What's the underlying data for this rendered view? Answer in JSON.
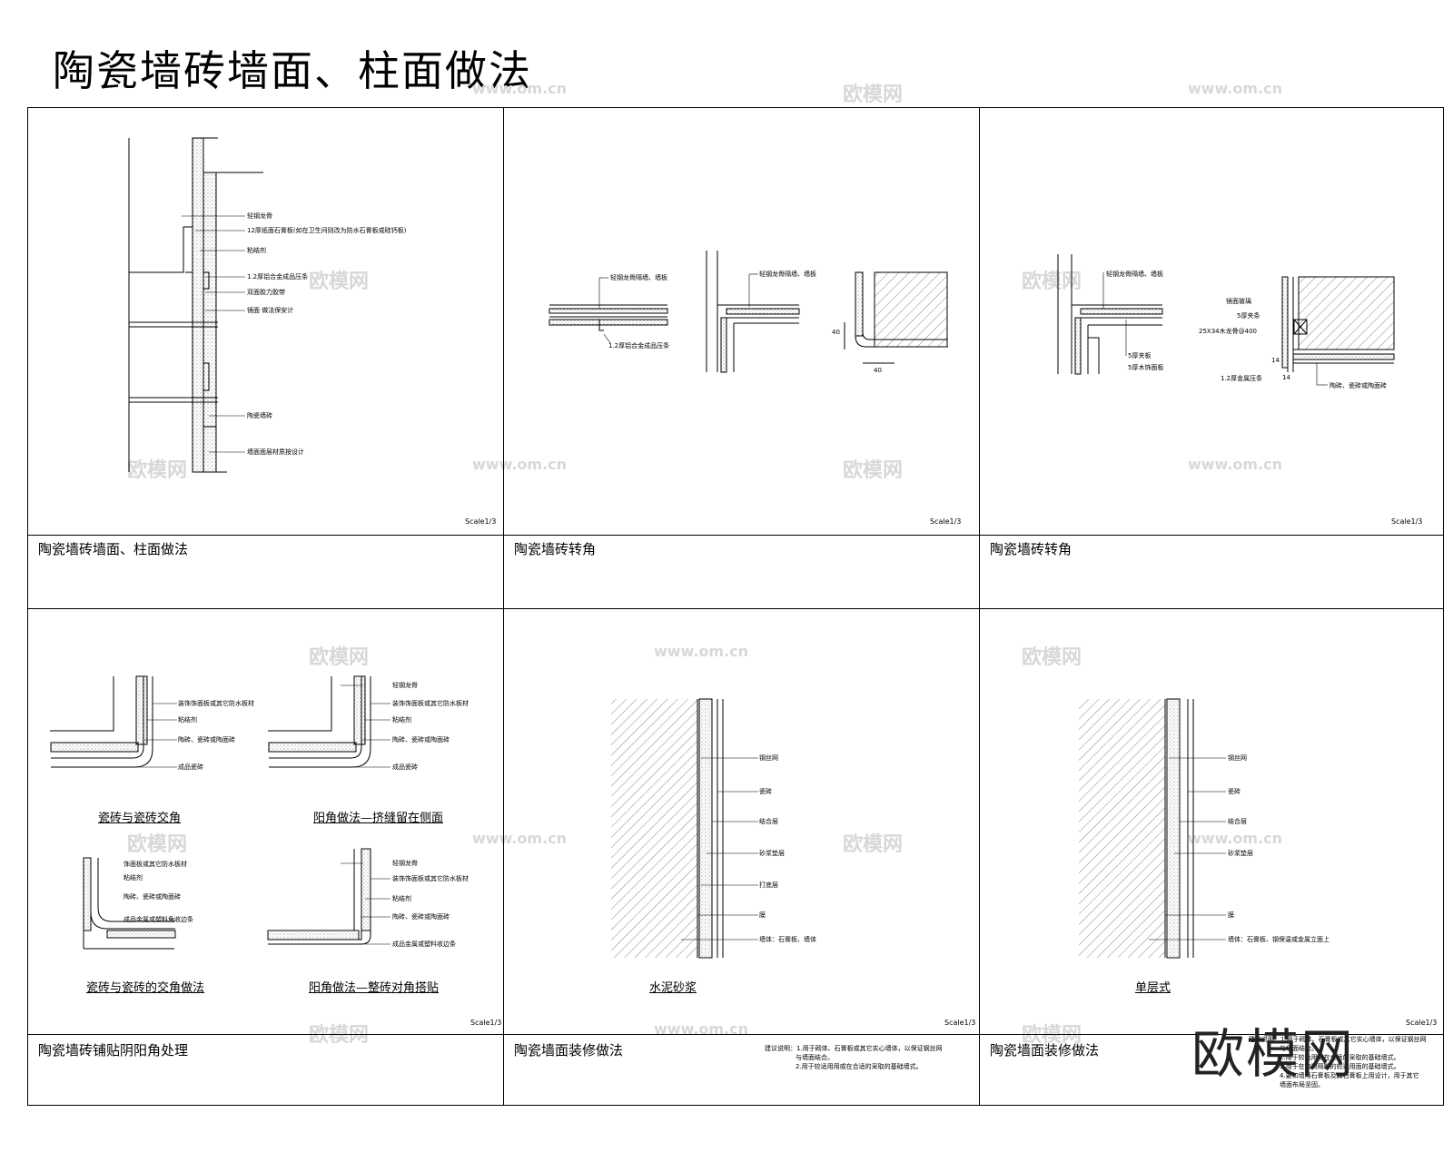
{
  "title": "陶瓷墙砖墙面、柱面做法",
  "scale_text": "Scale1/3",
  "panels": {
    "p1": {
      "caption": "陶瓷墙砖墙面、柱面做法",
      "labels": [
        "轻钢龙骨",
        "12厚纸面石膏板(如在卫生间则改为防水石膏板或硅钙板)",
        "粘结剂",
        "1.2厚铝合金成品压条",
        "双面胶力胶带",
        "镜面 做法保安计",
        "陶瓷墙砖",
        "墙面面层材质按设计"
      ]
    },
    "p2": {
      "caption": "陶瓷墙砖转角",
      "labels": [
        "轻钢龙骨隔墙、墙板",
        "1.2厚铝合金成品压条",
        "轻钢龙骨隔墙、墙板"
      ],
      "dims": [
        "40",
        "40"
      ]
    },
    "p3": {
      "caption": "陶瓷墙砖转角",
      "labels": [
        "轻钢龙骨隔墙、墙板",
        "5厚夹板",
        "5厚木饰面板",
        "镜面玻璃",
        "5厚夹条",
        "25X34木龙骨@400",
        "1.2厚金属压条",
        "陶砖、瓷砖或陶面砖"
      ],
      "dims": [
        "14",
        "14"
      ]
    },
    "p4": {
      "caption": "陶瓷墙砖铺贴阴阳角处理",
      "sub": [
        "瓷砖与瓷砖交角",
        "阳角做法—挤缝留在侧面",
        "瓷砖与瓷砖的交角做法",
        "阳角做法—整砖对角搭贴"
      ],
      "labelsA": [
        "装饰饰面板或其它防水板材",
        "粘结剂",
        "陶砖、瓷砖或陶面砖",
        "成品瓷砖"
      ],
      "labelsB": [
        "轻钢龙骨",
        "装饰饰面板或其它防水板材",
        "粘结剂",
        "陶砖、瓷砖或陶面砖",
        "成品瓷砖"
      ],
      "labelsC": [
        "饰面板或其它防水板材",
        "粘结剂",
        "陶砖、瓷砖或陶面砖",
        "成品金属或塑料角收边条"
      ],
      "labelsD": [
        "轻钢龙骨",
        "装饰饰面板或其它防水板材",
        "粘结剂",
        "陶砖、瓷砖或陶面砖",
        "成品金属或塑料收边条"
      ]
    },
    "p5": {
      "caption": "陶瓷墙面装修做法",
      "sub": "水泥砂浆",
      "labels": [
        "钢丝网",
        "瓷砖",
        "结合层",
        "砂浆垫层",
        "打底层",
        "膜",
        "墙体：石膏板、墙体"
      ],
      "note": [
        "建议说明：1.用于砌体、石膏板或其它实心墙体，以保证钢丝网",
        "与墙面结合。",
        "2.用于较适用用或在合适的采取的基础墙式。"
      ]
    },
    "p6": {
      "caption": "陶瓷墙面装修做法",
      "sub": "单层式",
      "labels": [
        "钢丝网",
        "瓷砖",
        "结合层",
        "砂浆垫层",
        "膜",
        "墙体：石膏板、钢保温或金属立面上"
      ],
      "note": [
        "建议说明：1.用于砌体、石膏板或其它实心墙体，以保证钢丝网",
        "与墙面结合。",
        "2.用于较适用或在合适的采取的基础墙式。",
        "3.用于在空间隔断的较适用面的基础墙式。",
        "4.要如墙用石膏板及其石膏板上用设计，用于其它",
        "墙面布局坚固。"
      ]
    }
  },
  "watermarks": [
    "www.om.cn",
    "欧模网"
  ],
  "brand": "欧模网"
}
